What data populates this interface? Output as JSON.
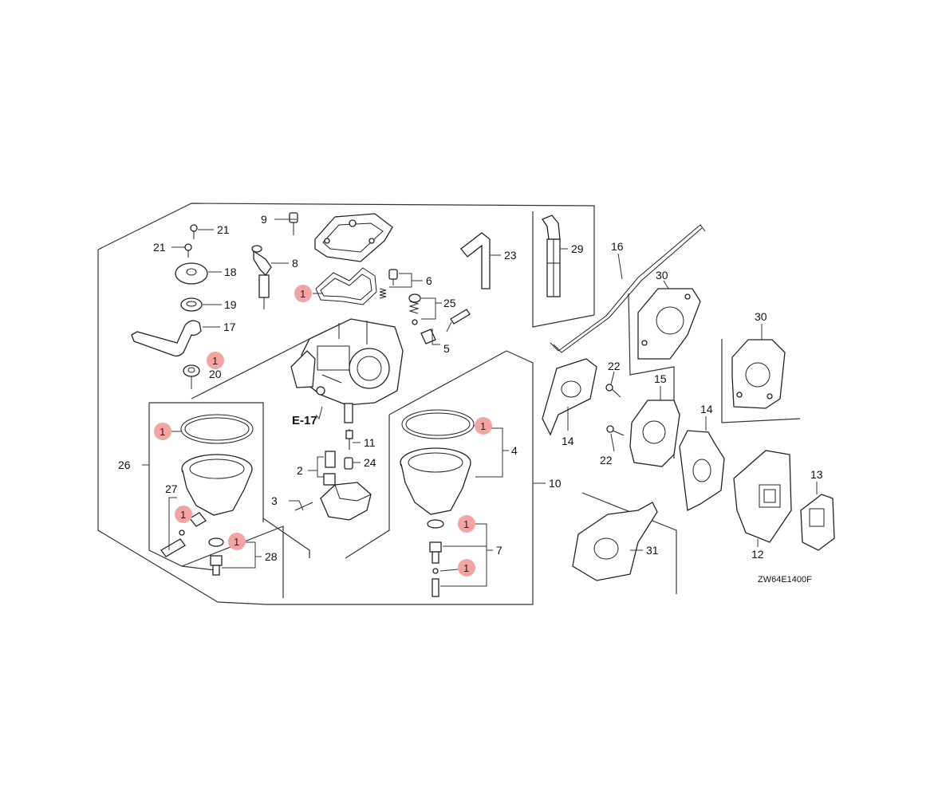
{
  "callouts": {
    "c9": "9",
    "c21a": "21",
    "c21b": "21",
    "c8": "8",
    "c18": "18",
    "c19": "19",
    "c17": "17",
    "c20": "20",
    "c23": "23",
    "c29": "29",
    "c16": "16",
    "c6": "6",
    "c25": "25",
    "c5": "5",
    "c30a": "30",
    "c30b": "30",
    "c22a": "22",
    "c22b": "22",
    "c15": "15",
    "c14a": "14",
    "c14b": "14",
    "c11": "11",
    "c24": "24",
    "c2": "2",
    "c3": "3",
    "c4": "4",
    "c10": "10",
    "c26": "26",
    "c27": "27",
    "c28": "28",
    "c7": "7",
    "c31": "31",
    "c12": "12",
    "c13": "13"
  },
  "markers": {
    "label": "1",
    "color": "#f4a3a3"
  },
  "reference": "E-17",
  "diagram_code": "ZW64E1400F"
}
